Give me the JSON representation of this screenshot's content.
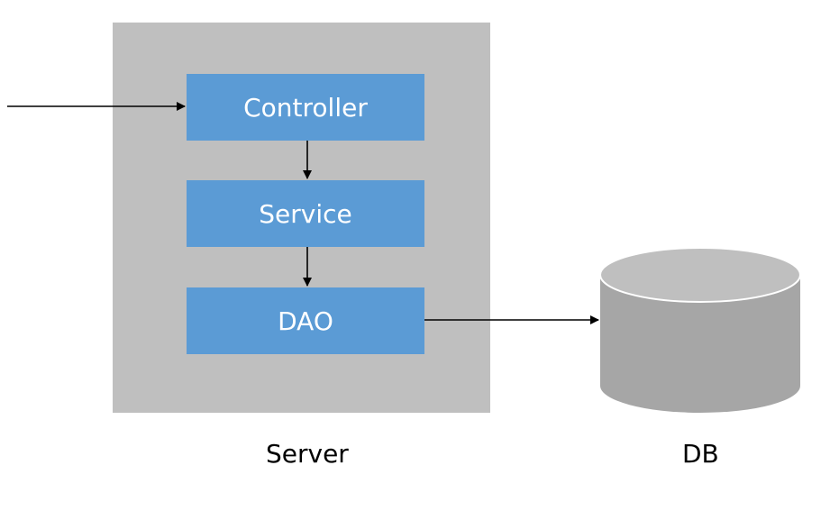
{
  "diagram": {
    "layers": {
      "controller": "Controller",
      "service": "Service",
      "dao": "DAO"
    },
    "server_label": "Server",
    "db_label": "DB"
  },
  "colors": {
    "server_box": "#bfbfbf",
    "layer_box": "#5b9bd5",
    "layer_text": "#ffffff",
    "db_side": "#a6a6a6",
    "db_top": "#bfbfbf",
    "db_edge": "#ffffff",
    "arrow": "#000000"
  }
}
